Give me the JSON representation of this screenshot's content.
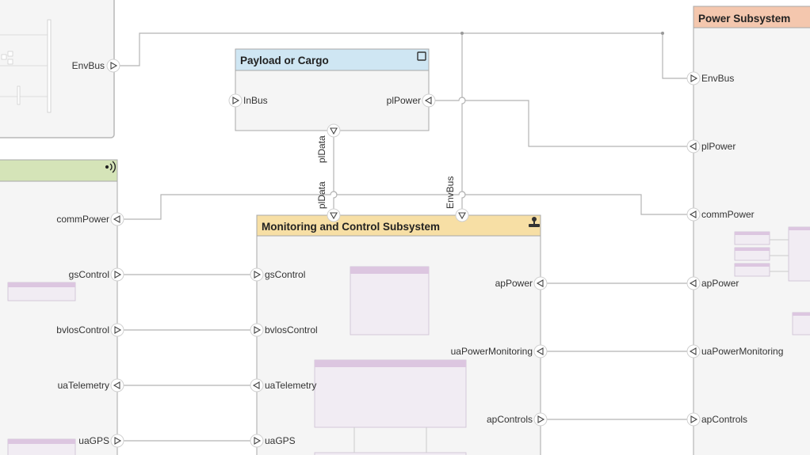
{
  "colors": {
    "payload_header": "#cfe6f3",
    "comm_header": "#d5e4b8",
    "monitoring_header": "#f7dfa5",
    "power_header": "#f4c7ae",
    "component_body": "#f5f5f5",
    "wire": "#b4b4b4"
  },
  "top_left_component": {
    "ports": {
      "envbus": "EnvBus"
    }
  },
  "payload": {
    "title": "Payload or Cargo",
    "icon": "square-icon",
    "ports": {
      "inbus": "InBus",
      "plpower": "plPower"
    }
  },
  "communication_component": {
    "icon": "wireless-signal-icon",
    "ports": {
      "commPower": "commPower",
      "gsControl": "gsControl",
      "bvlosControl": "bvlosControl",
      "uaTelemetry": "uaTelemetry",
      "uaGPS": "uaGPS"
    }
  },
  "monitoring": {
    "title": "Monitoring and Control Subsystem",
    "icon": "joystick-icon",
    "ports": {
      "gsControl": "gsControl",
      "bvlosControl": "bvlosControl",
      "uaTelemetry": "uaTelemetry",
      "uaGPS": "uaGPS",
      "apPower": "apPower",
      "uaPowerMonitoring": "uaPowerMonitoring",
      "apControls": "apControls"
    }
  },
  "power": {
    "title": "Power Subsystem",
    "ports": {
      "envbus": "EnvBus",
      "plPower": "plPower",
      "commPower": "commPower",
      "apPower": "apPower",
      "uaPowerMonitoring": "uaPowerMonitoring",
      "apControls": "apControls"
    }
  },
  "connector_labels": {
    "pldata_out": "plData",
    "pldata_in": "plData",
    "envbus_in": "EnvBus"
  }
}
